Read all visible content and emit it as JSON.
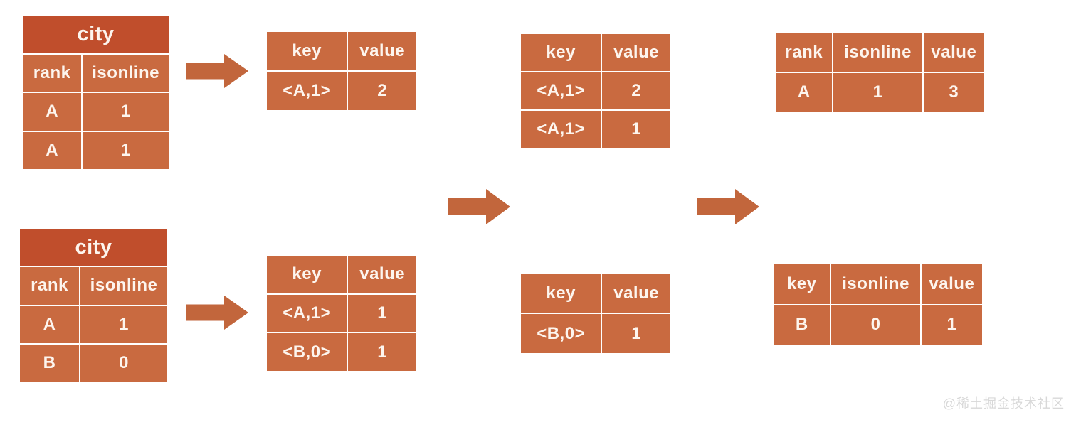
{
  "watermark": "@稀土掘金技术社区",
  "colors": {
    "background": "#ffffff",
    "table_header": "#c04e2c",
    "cell": "#c96a40",
    "arrow": "#c2663c",
    "text": "#fdf5ee",
    "watermark_text": "#d8d8d8"
  },
  "icons": {
    "arrow_right": "arrow-right-icon"
  },
  "tables": {
    "source_top": {
      "title": "city",
      "headers": [
        "rank",
        "isonline"
      ],
      "rows": [
        [
          "A",
          "1"
        ],
        [
          "A",
          "1"
        ]
      ]
    },
    "map_top": {
      "headers": [
        "key",
        "value"
      ],
      "rows": [
        [
          "<A,1>",
          "2"
        ]
      ]
    },
    "shuffle_top": {
      "headers": [
        "key",
        "value"
      ],
      "rows": [
        [
          "<A,1>",
          "2"
        ],
        [
          "<A,1>",
          "1"
        ]
      ]
    },
    "reduce_top": {
      "headers": [
        "rank",
        "isonline",
        "value"
      ],
      "rows": [
        [
          "A",
          "1",
          "3"
        ]
      ]
    },
    "source_bottom": {
      "title": "city",
      "headers": [
        "rank",
        "isonline"
      ],
      "rows": [
        [
          "A",
          "1"
        ],
        [
          "B",
          "0"
        ]
      ]
    },
    "map_bottom": {
      "headers": [
        "key",
        "value"
      ],
      "rows": [
        [
          "<A,1>",
          "1"
        ],
        [
          "<B,0>",
          "1"
        ]
      ]
    },
    "shuffle_bottom": {
      "headers": [
        "key",
        "value"
      ],
      "rows": [
        [
          "<B,0>",
          "1"
        ]
      ]
    },
    "reduce_bottom": {
      "headers": [
        "key",
        "isonline",
        "value"
      ],
      "rows": [
        [
          "B",
          "0",
          "1"
        ]
      ]
    }
  }
}
